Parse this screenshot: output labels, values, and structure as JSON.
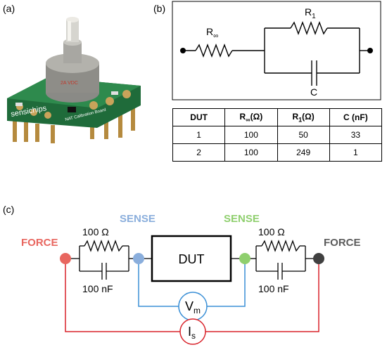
{
  "panels": {
    "a": "(a)",
    "b": "(b)",
    "c": "(c)"
  },
  "photo": {
    "board_brand": "sensichips",
    "board_label": "NAT Calibration Board",
    "knob_text": "2A VDC"
  },
  "circuit_b": {
    "r_inf_label": "R",
    "r_inf_sub": "∞",
    "r1_label": "R",
    "r1_sub": "1",
    "c_label": "C"
  },
  "table": {
    "headers": [
      {
        "main": "DUT",
        "sub": "",
        "unit": ""
      },
      {
        "main": "R",
        "sub": "∞",
        "unit": "(Ω)"
      },
      {
        "main": "R",
        "sub": "1",
        "unit": "(Ω)"
      },
      {
        "main": "C (nF)",
        "sub": "",
        "unit": ""
      }
    ],
    "rows": [
      [
        "1",
        "100",
        "50",
        "33"
      ],
      [
        "2",
        "100",
        "249",
        "1"
      ]
    ]
  },
  "circuit_c": {
    "force_left": "FORCE",
    "sense_left": "SENSE",
    "sense_right": "SENSE",
    "force_right": "FORCE",
    "dut_label": "DUT",
    "r_left": "100 Ω",
    "c_left": "100 nF",
    "r_right": "100 Ω",
    "c_right": "100 nF",
    "vm_main": "V",
    "vm_sub": "m",
    "is_main": "I",
    "is_sub": "s",
    "colors": {
      "force_left": "#e8665f",
      "sense": "#8aaedc",
      "sense_right": "#8fcf6e",
      "force_right": "#5b5b5b",
      "voltage_loop": "#3a8fd6",
      "current_loop": "#d9222a",
      "left_node": "#e8665f",
      "right_node": "#404040"
    }
  }
}
